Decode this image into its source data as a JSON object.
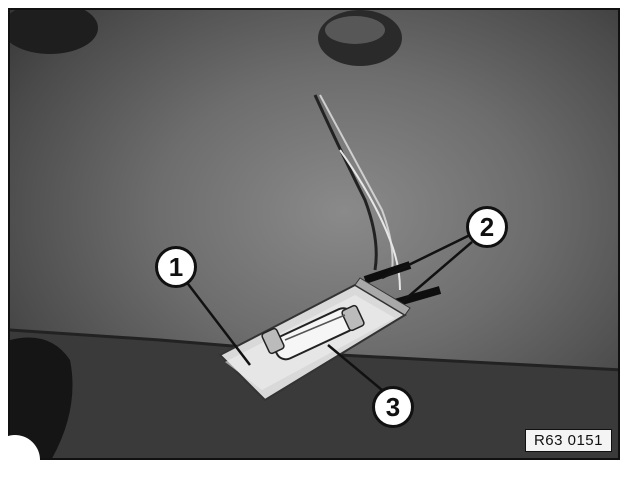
{
  "figure": {
    "callouts": [
      {
        "label": "1"
      },
      {
        "label": "2"
      },
      {
        "label": "3"
      }
    ],
    "reference_code": "R63 0151"
  },
  "colors": {
    "background_dark": "#2c2c2c",
    "background_mid": "#6d6d6d",
    "callout_fill": "#ffffff",
    "callout_stroke": "#111111"
  }
}
